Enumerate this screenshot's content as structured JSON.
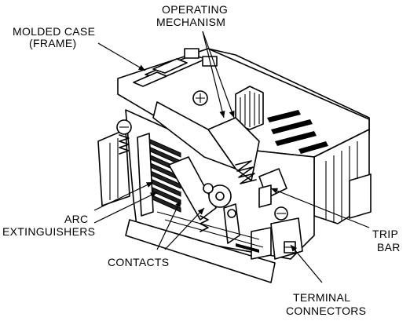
{
  "labels": {
    "molded_case_line1": "MOLDED CASE",
    "molded_case_line2": "(FRAME)",
    "operating_line1": "OPERATING",
    "operating_line2": "MECHANISM",
    "arc_line1": "ARC",
    "arc_line2": "EXTINGUISHERS",
    "contacts": "CONTACTS",
    "trip_line1": "TRIP",
    "trip_line2": "BAR",
    "terminal_line1": "TERMINAL",
    "terminal_line2": "CONNECTORS"
  }
}
